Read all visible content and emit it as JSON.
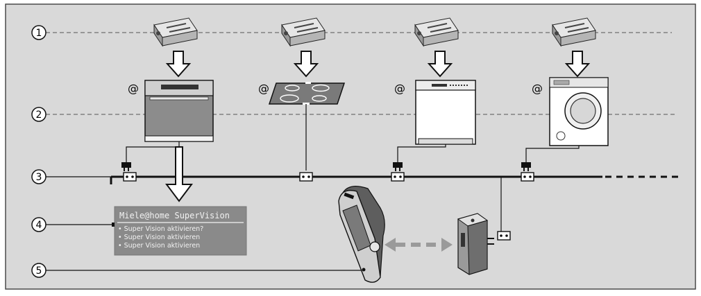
{
  "markers": [
    "1",
    "2",
    "3",
    "4",
    "5"
  ],
  "appliance_symbol": "@",
  "display": {
    "title": "Miele@home SuperVision",
    "lines": [
      "• Super Vision aktivieren?",
      "• Super Vision aktivieren",
      "• Super Vision aktivieren"
    ]
  },
  "colors": {
    "background": "#d9d9d9",
    "frame": "#4a4a4a",
    "appliance_dark": "#8c8c8c",
    "display_bg": "#8a8a8a",
    "display_text": "#f2f2f2",
    "dashed_arrow": "#9a9a9a"
  },
  "icons": [
    "communication-module-icon",
    "down-arrow-icon",
    "oven-icon",
    "hob-icon",
    "dishwasher-icon",
    "washing-machine-icon",
    "plug-icon",
    "socket-icon",
    "gateway-icon",
    "display-device-icon"
  ]
}
